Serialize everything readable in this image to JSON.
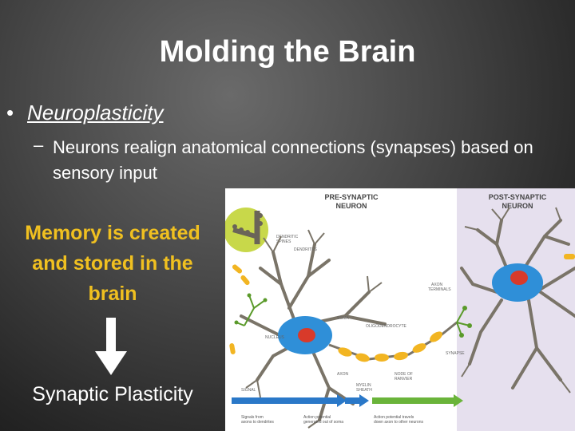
{
  "slide": {
    "title": "Molding the Brain",
    "bullet": "Neuroplasticity",
    "sub_bullet": "Neurons realign anatomical connections (synapses) based on sensory input",
    "memory_text": "Memory is created and stored in the brain",
    "result_text": "Synaptic Plasticity",
    "accent_color": "#f0c020"
  },
  "figure": {
    "pre_header_line1": "PRE-SYNAPTIC",
    "pre_header_line2": "NEURON",
    "post_header_line1": "POST-SYNAPTIC",
    "post_header_line2": "NEURON",
    "labels": {
      "dendritic": "DENDRITIC",
      "spines": "SPINES",
      "dendrites": "DENDRITES",
      "axon_terminals_1": "AXON",
      "axon_terminals_2": "TERMINALS",
      "soma": "SOMA",
      "nucleus": "NUCLEUS",
      "oligodendrocyte": "OLIGODENDROCYTE",
      "synapse": "SYNAPSE",
      "axon": "AXON",
      "node_1": "NODE OF",
      "node_2": "RANVIER",
      "myelin_1": "MYELIN",
      "myelin_2": "SHEATH",
      "signal": "SIGNAL",
      "step1_line1": "Signals from",
      "step1_line2": "axons to dendrites",
      "step2_line1": "Action potential",
      "step2_line2": "generated out of soma",
      "step3_line1": "Action potential travels",
      "step3_line2": "down axon to other neurons"
    },
    "colors": {
      "pre_bg": "#ffffff",
      "post_bg": "#e6e0ee",
      "soma": "#2f8fd8",
      "nucleus": "#d83a2a",
      "dendrite": "#7a7468",
      "myelin": "#f2b522",
      "terminal": "#5a9a2a",
      "spine_circle": "#c8d84a",
      "arrow_blue": "#2a78c8",
      "arrow_green": "#6ab43a"
    }
  }
}
